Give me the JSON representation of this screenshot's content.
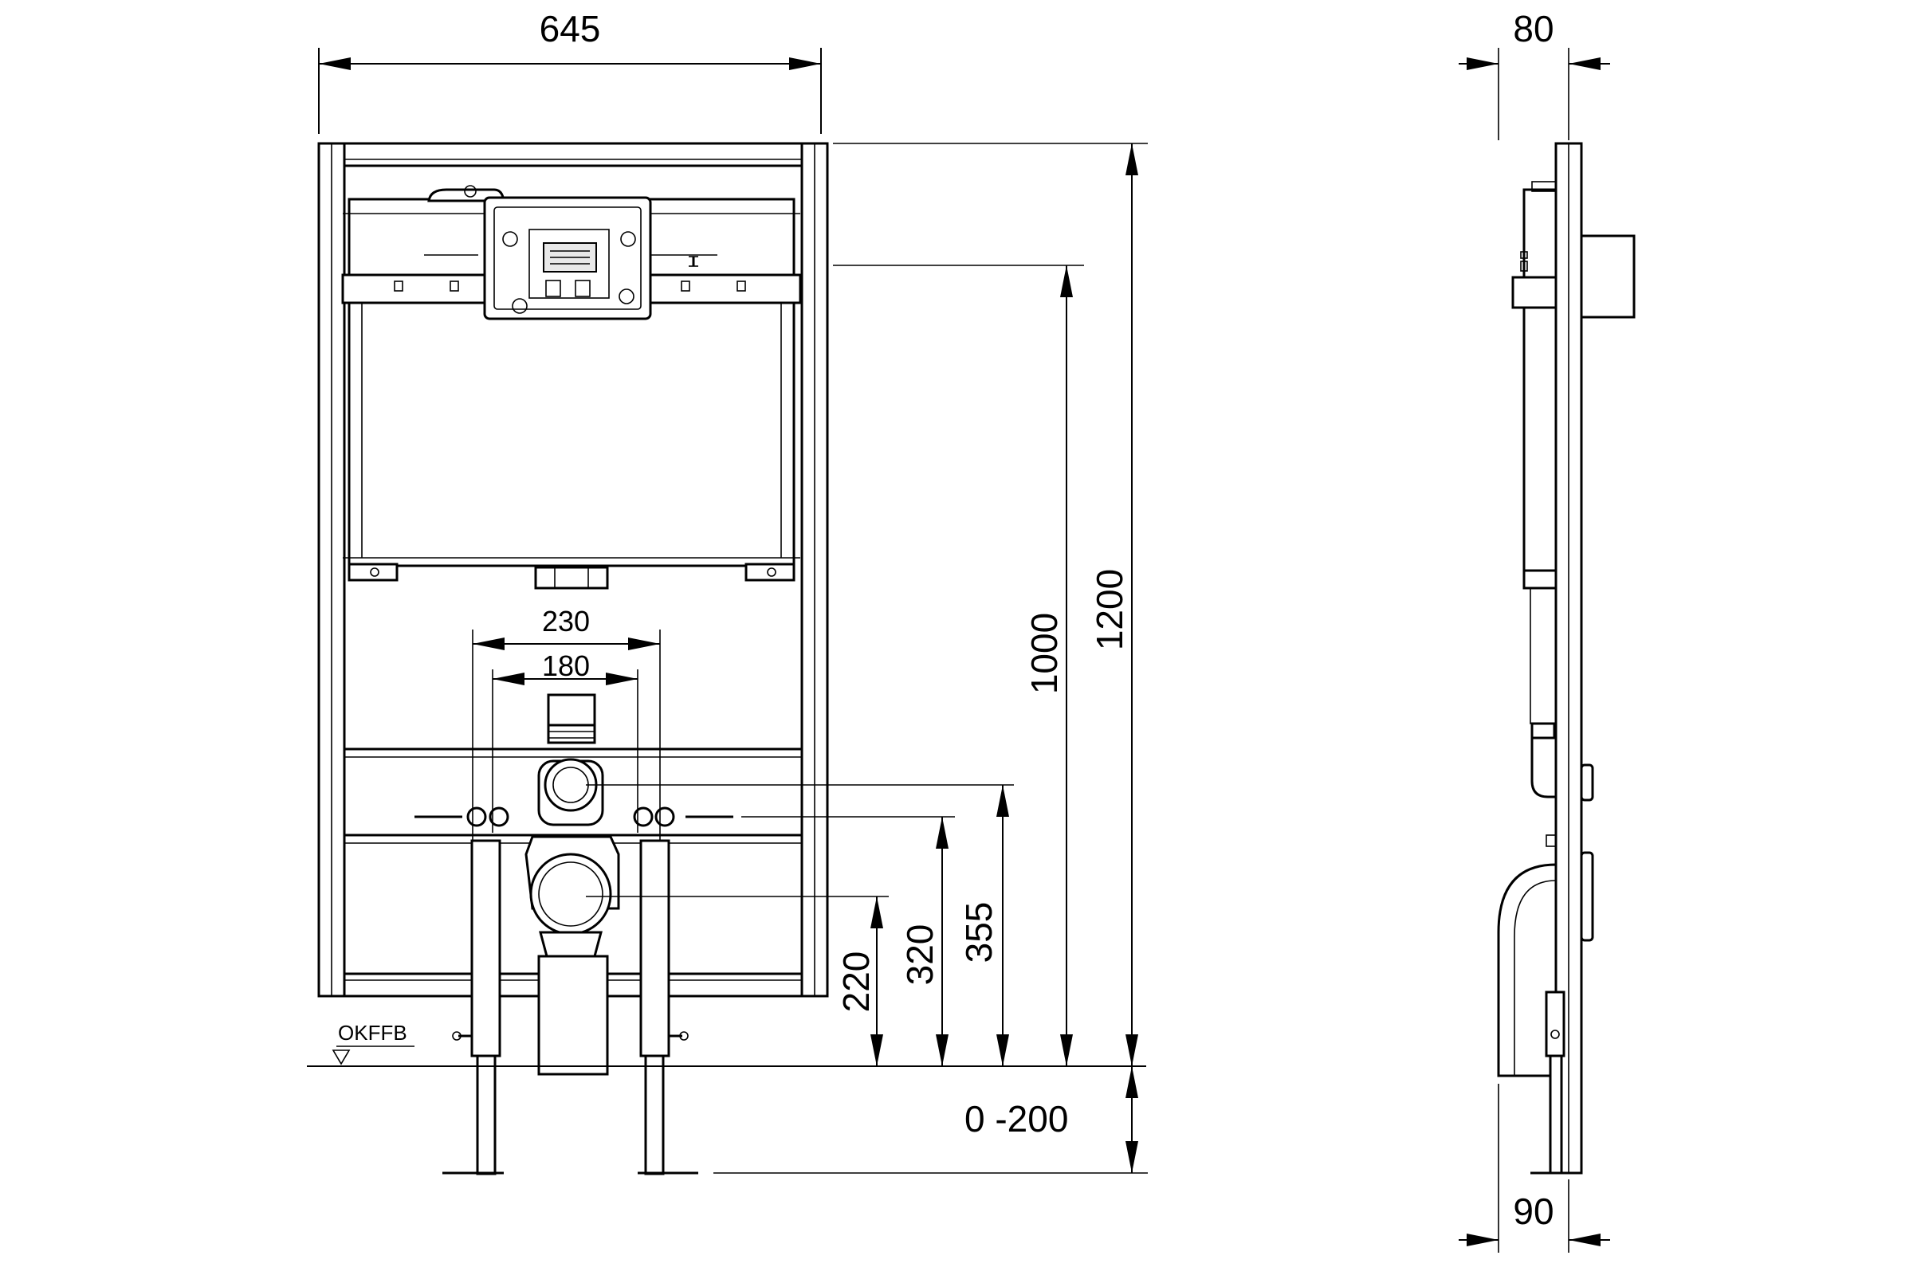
{
  "front_view": {
    "width_label": "645",
    "height_total_label": "1200",
    "height_cistern_label": "1000",
    "spacing_outer_label": "230",
    "spacing_inner_label": "180",
    "height_355_label": "355",
    "height_320_label": "320",
    "height_220_label": "220",
    "adjust_range_label": "0 -200",
    "floor_label": "OKFFB"
  },
  "side_view": {
    "depth_top_label": "80",
    "depth_bottom_label": "90"
  }
}
